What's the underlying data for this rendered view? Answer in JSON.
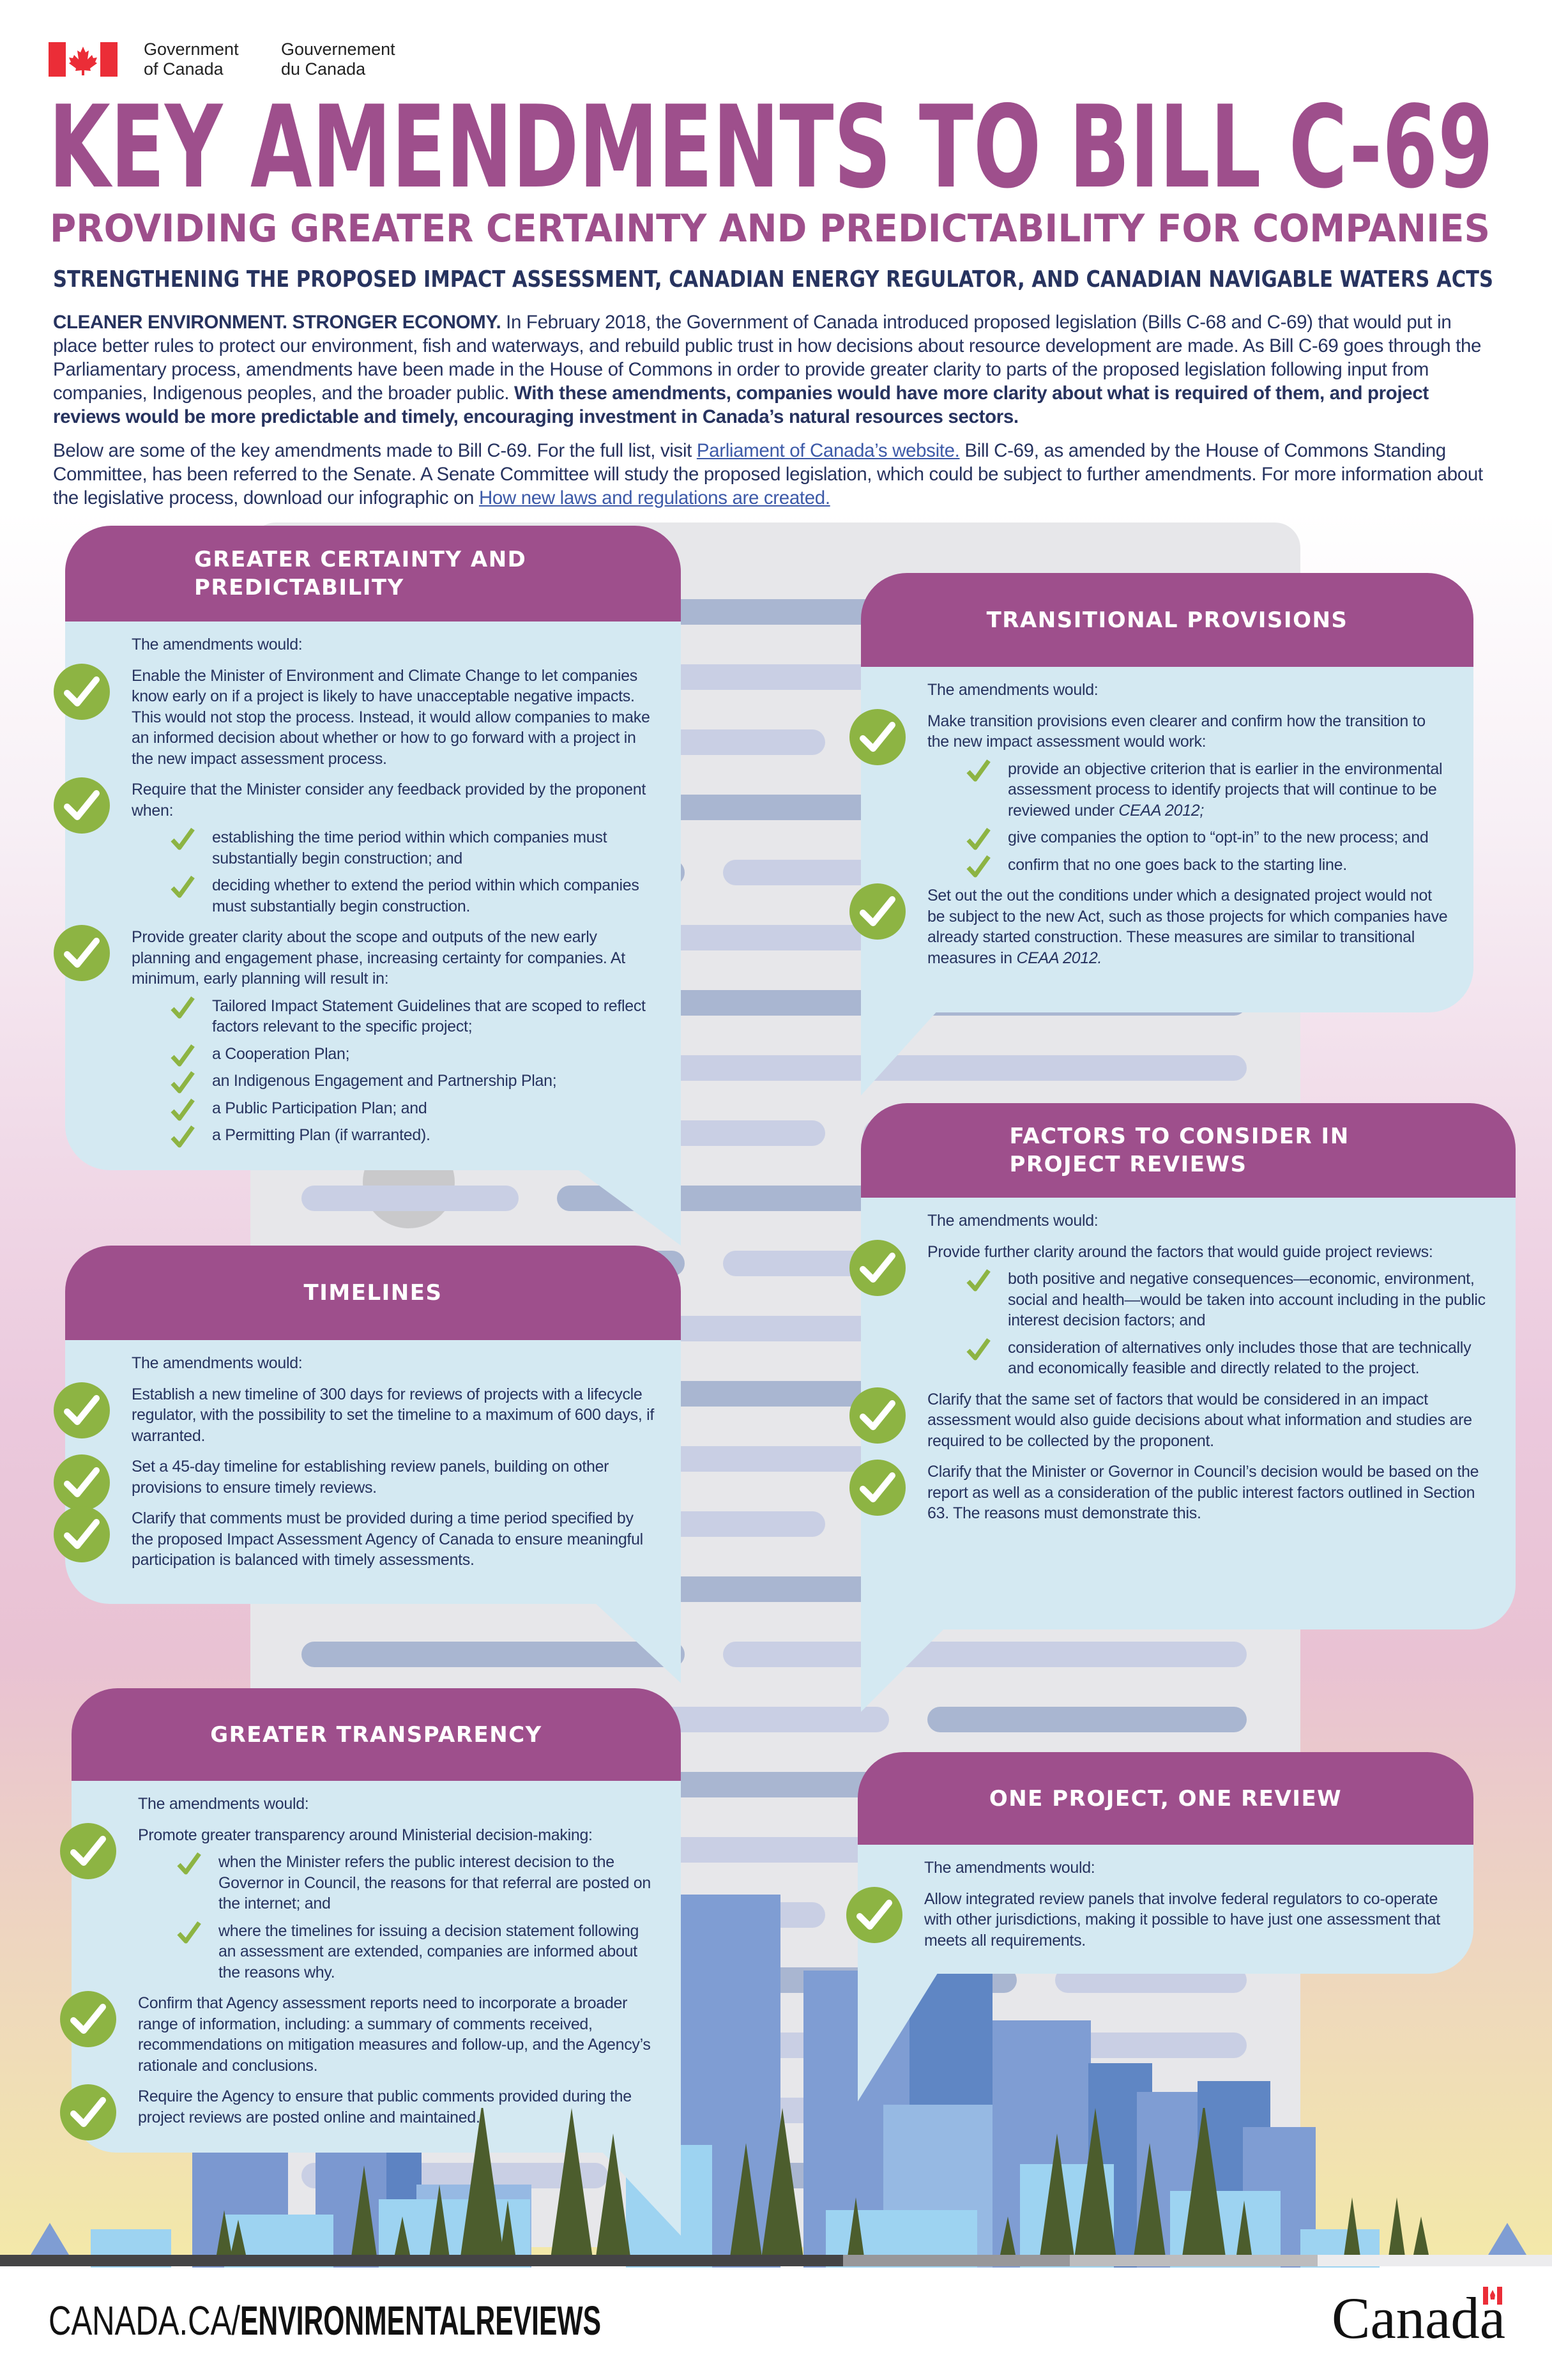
{
  "header": {
    "gov_en": [
      "Government",
      "of Canada"
    ],
    "gov_fr": [
      "Gouvernement",
      "du Canada"
    ],
    "title": "KEY AMENDMENTS TO BILL C-69",
    "subtitle": "PROVIDING GREATER CERTAINTY AND PREDICTABILITY FOR COMPANIES",
    "tagline": "STRENGTHENING THE PROPOSED IMPACT ASSESSMENT, CANADIAN ENERGY REGULATOR, AND CANADIAN NAVIGABLE WATERS ACTS"
  },
  "intro": {
    "lead": "CLEANER ENVIRONMENT. STRONGER ECONOMY.",
    "body": " In February 2018, the Government of Canada introduced proposed legislation (Bills C-68 and C-69) that would put in place better rules to protect our environment, fish and waterways, and rebuild public trust in how decisions about resource development are made. As Bill C-69 goes through the Parliamentary process, amendments have been made in the House of Commons in order to provide greater clarity to parts of the proposed legislation following input from companies, Indigenous peoples, and the broader public. ",
    "bold_end": "With these amendments, companies would have more clarity about what is required of them, and project reviews would be more predictable and timely, encouraging investment in Canada’s natural resources sectors.",
    "p2_start": "Below are some of the key amendments made to Bill C-69. For the full list, visit ",
    "p2_link1": "Parliament of Canada’s website.",
    "p2_middle": " Bill C-69, as amended by the House of Commons Standing Committee, has been referred to the Senate. A Senate Committee will study the proposed legislation, which could be subject to further amendments. For more information about the legislative process, download our infographic on ",
    "p2_link2": "How new laws and regulations are created."
  },
  "boxes": [
    {
      "title": "GREATER CERTAINTY AND PREDICTABILITY",
      "intro": "The amendments would:",
      "items": [
        {
          "text": "Enable the Minister of Environment and Climate Change to let companies know early on if a project is likely to have unacceptable negative impacts. This would not stop the process. Instead, it would allow companies to make an informed decision about whether or how to go forward with a project in the new impact assessment process."
        },
        {
          "text": "Require that the Minister consider any feedback provided by the proponent when:",
          "subitems": [
            {
              "text": "establishing the time period within which companies must substantially begin construction; and"
            },
            {
              "text": "deciding whether to extend the period within which companies must substantially begin construction."
            }
          ]
        },
        {
          "text": "Provide greater clarity about the scope and outputs of the new early planning and engagement phase, increasing certainty for companies. At minimum, early planning will result in:",
          "subitems": [
            {
              "text": "Tailored Impact Statement Guidelines that are scoped to reflect factors relevant to the specific project;"
            },
            {
              "text": "a Cooperation Plan;"
            },
            {
              "text": "an Indigenous Engagement and Partnership Plan;"
            },
            {
              "text": "a Public Participation Plan; and"
            },
            {
              "text": "a Permitting Plan (if warranted)."
            }
          ]
        }
      ]
    },
    {
      "title": "TRANSITIONAL PROVISIONS",
      "intro": "The amendments would:",
      "items": [
        {
          "text": "Make transition provisions even clearer and confirm how the transition to the new impact assessment would work:",
          "subitems": [
            {
              "text": "provide an objective criterion that is earlier in the environmental assessment process to identify projects that will continue to be reviewed under ",
              "em": "CEAA 2012;"
            },
            {
              "text": "give companies the option to “opt-in” to the new process; and"
            },
            {
              "text": "confirm that no one goes back to the starting line."
            }
          ]
        },
        {
          "text": "Set out the out the conditions under which a designated project would not be subject to the new Act, such as those projects for which companies have already started construction. These measures are similar to transitional measures in ",
          "em": "CEAA 2012."
        }
      ]
    },
    {
      "title": "TIMELINES",
      "intro": "The amendments would:",
      "items": [
        {
          "text": "Establish a new timeline of 300 days for reviews of projects with a lifecycle regulator, with the possibility to set the timeline to a maximum of 600 days, if warranted."
        },
        {
          "text": "Set a 45-day timeline for establishing review panels, building on other provisions to ensure timely reviews."
        },
        {
          "text": "Clarify that comments must be provided during a time period specified by the proposed Impact Assessment Agency of Canada to ensure meaningful participation is balanced with timely assessments."
        }
      ]
    },
    {
      "title": "FACTORS TO CONSIDER IN PROJECT REVIEWS",
      "intro": "The amendments would:",
      "items": [
        {
          "text": "Provide further clarity around the factors that would guide project reviews:",
          "subitems": [
            {
              "text": "both positive and negative consequences—economic, environment, social and health—would be taken into account including in the public interest decision factors; and"
            },
            {
              "text": "consideration of alternatives only includes those that are technically and economically feasible and directly related to the project."
            }
          ]
        },
        {
          "text": "Clarify that the same set of factors that would be considered in an impact assessment would also guide decisions about what information and studies are required to be collected by the proponent."
        },
        {
          "text": "Clarify that the Minister or Governor in Council’s decision would be based on the report as well as a consideration of the public interest factors outlined in Section 63. The reasons must demonstrate this."
        }
      ]
    },
    {
      "title": "GREATER TRANSPARENCY",
      "intro": "The amendments would:",
      "items": [
        {
          "text": "Promote greater transparency around Ministerial decision-making:",
          "subitems": [
            {
              "text": "when the Minister refers the public interest decision to the Governor in Council, the reasons for that referral are posted on the internet; and"
            },
            {
              "text": "where the timelines for issuing a decision statement following an assessment are extended, companies are informed about the reasons why."
            }
          ]
        },
        {
          "text": "Confirm that Agency assessment reports need to incorporate a broader range of information, including: a summary of comments received, recommendations on mitigation measures and follow-up, and the Agency’s rationale and conclusions."
        },
        {
          "text": "Require the Agency to ensure that public comments provided during the project reviews are posted online and maintained."
        }
      ]
    },
    {
      "title": "ONE PROJECT, ONE REVIEW",
      "intro": "The amendments would:",
      "items": [
        {
          "text": "Allow integrated review panels that involve federal regulators to co-operate with other jurisdictions, making it possible to have just one assessment that meets all requirements."
        }
      ]
    }
  ],
  "footer": {
    "url_plain": "CANADA.CA/",
    "url_bold": "ENVIRONMENTALREVIEWS",
    "wordmark": "Canada"
  },
  "colors": {
    "purple": "#9e4f8c",
    "navy": "#27335f",
    "check_green": "#8db443",
    "box_blue": "#d4e9f2",
    "link": "#3d5aa8",
    "canada_red": "#eb2d37"
  }
}
